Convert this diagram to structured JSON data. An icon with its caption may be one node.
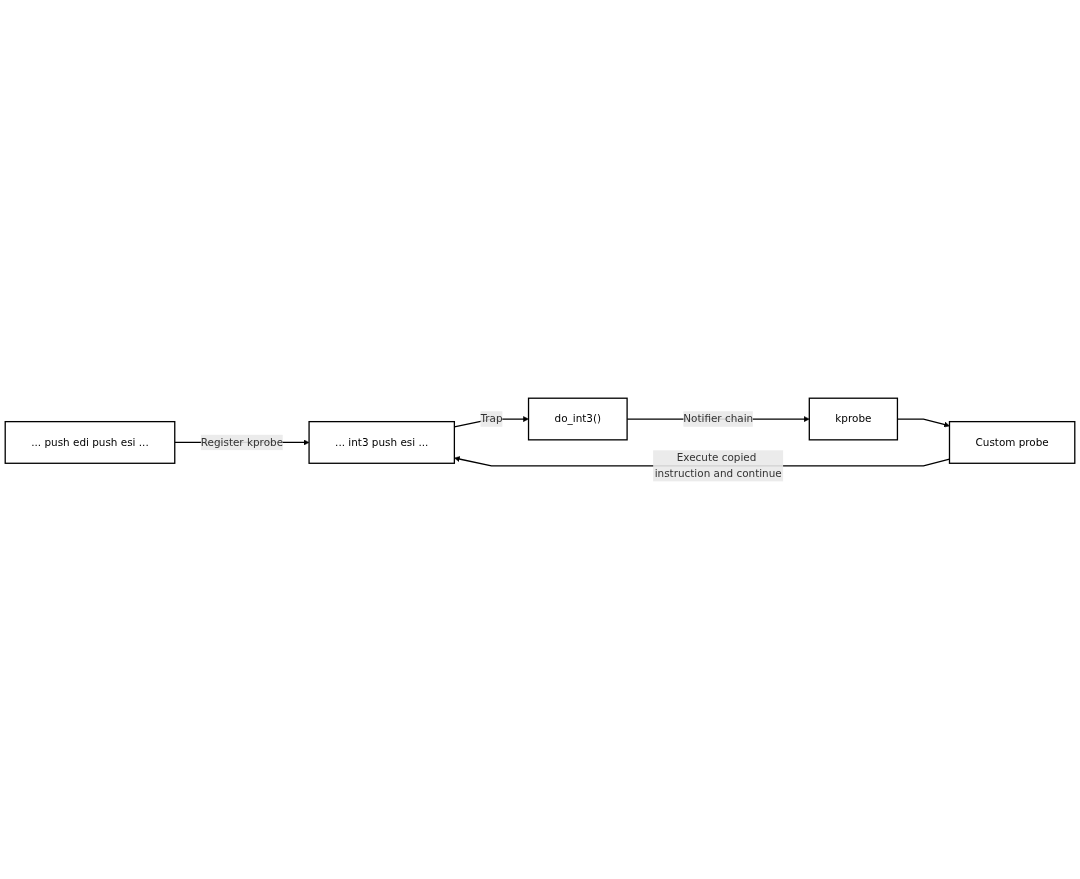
{
  "diagram": {
    "nodes": [
      {
        "text": [
          "... push edi push esi ..."
        ]
      },
      {
        "text": [
          "... int3 push esi ..."
        ]
      },
      {
        "text": [
          "do_int3()"
        ]
      },
      {
        "text": [
          "kprobe"
        ]
      },
      {
        "text": [
          "Custom probe"
        ]
      }
    ],
    "edges": [
      {
        "from": 0,
        "to": 1,
        "arrow": "to",
        "label": "Register kprobe"
      },
      {
        "from": 1,
        "to": 2,
        "arrow": "to",
        "label": "Trap"
      },
      {
        "from": 2,
        "to": 3,
        "arrow": "to",
        "label": "Notifier chain"
      },
      {
        "from": 3,
        "to": 4,
        "arrow": "to"
      },
      {
        "from": 4,
        "to": 1,
        "arrow": "to",
        "label": "Execute copied instruction and continue"
      }
    ]
  }
}
